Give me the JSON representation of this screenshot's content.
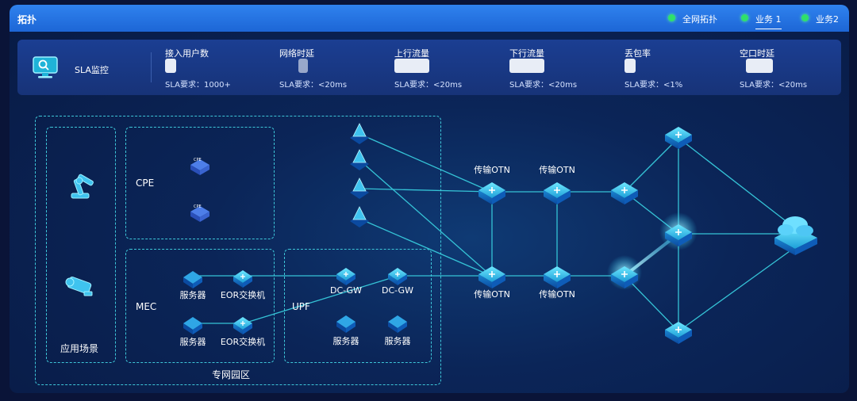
{
  "titlebar": {
    "title": "拓扑",
    "tabs": [
      {
        "label": "全网拓扑",
        "active": false
      },
      {
        "label": "业务 1",
        "active": true
      },
      {
        "label": "业务2",
        "active": false
      }
    ]
  },
  "sla": {
    "title": "SLA监控",
    "metrics": [
      {
        "label": "接入用户数",
        "requirement": "SLA要求：1000+"
      },
      {
        "label": "网络时延",
        "requirement": "SLA要求：<20ms"
      },
      {
        "label": "上行流量",
        "requirement": "SLA要求：<20ms"
      },
      {
        "label": "下行流量",
        "requirement": "SLA要求：<20ms"
      },
      {
        "label": "丢包率",
        "requirement": "SLA要求：<1%"
      },
      {
        "label": "空口时延",
        "requirement": "SLA要求：<20ms"
      }
    ]
  },
  "topology": {
    "zone_label": "专网园区",
    "app_scene_label": "应用场景",
    "cpe_label": "CPE",
    "mec_label": "MEC",
    "upf_label": "UPF",
    "cpe_badge": "CPE",
    "server_label": "服务器",
    "eor_label": "EOR交换机",
    "dcgw_label": "DC-GW",
    "otn_label": "传输OTN"
  },
  "colors": {
    "titlebar": "#2f82ee",
    "accent_cyan": "#3ec7d9",
    "status_dot": "#2fe06a",
    "background": "#0b2558"
  }
}
